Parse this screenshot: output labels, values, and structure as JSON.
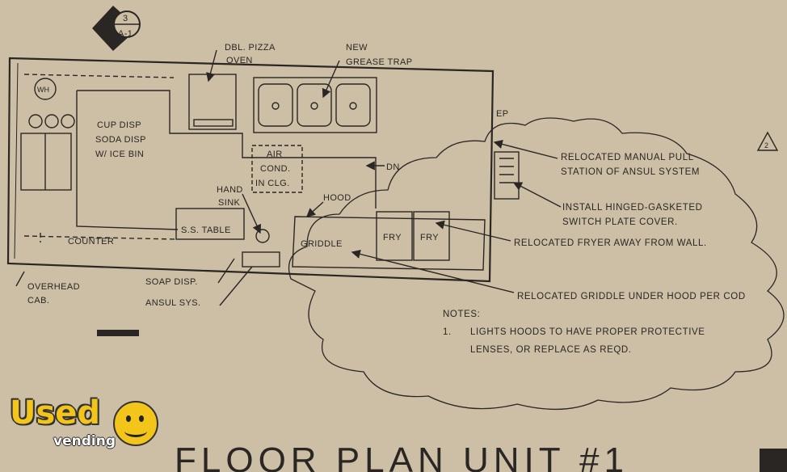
{
  "sheet_ref": {
    "number": "3",
    "sheet": "A-1"
  },
  "revision": "2",
  "labels": {
    "wh": "WH",
    "dbl_pizza": "DBL. PIZZA",
    "oven": "OVEN",
    "new": "NEW",
    "grease_trap": "GREASE TRAP",
    "cup_disp": "CUP DISP",
    "soda_disp": "SODA DISP",
    "ice_bin": "W/ ICE BIN",
    "air": "AIR",
    "cond": "COND.",
    "in_clg": "IN CLG.",
    "dn": "DN",
    "ep": "EP",
    "hand": "HAND",
    "sink": "SINK",
    "hood": "HOOD",
    "ss_table": "S.S. TABLE",
    "counter": "COUNTER",
    "griddle": "GRIDDLE",
    "fry1": "FRY",
    "fry2": "FRY",
    "overhead": "OVERHEAD",
    "cab": "CAB.",
    "soap_disp": "SOAP DISP.",
    "ansul_sys": "ANSUL SYS."
  },
  "callouts": [
    "RELOCATED MANUAL PULL",
    "STATION OF ANSUL SYSTEM",
    "INSTALL HINGED-GASKETED",
    "SWITCH PLATE COVER.",
    "RELOCATED FRYER AWAY FROM WALL.",
    "RELOCATED GRIDDLE UNDER HOOD PER COD"
  ],
  "notes": {
    "heading": "NOTES:",
    "item_number": "1.",
    "line1": "LIGHTS HOODS TO HAVE PROPER PROTECTIVE",
    "line2": "LENSES, OR REPLACE AS REQD."
  },
  "title": "FLOOR PLAN UNIT #1",
  "logo": {
    "used": "Used",
    "vending": "vending"
  },
  "colors": {
    "paper": "#cdbfa6",
    "ink": "#2a2623",
    "logo_yellow": "#f3c41a"
  }
}
